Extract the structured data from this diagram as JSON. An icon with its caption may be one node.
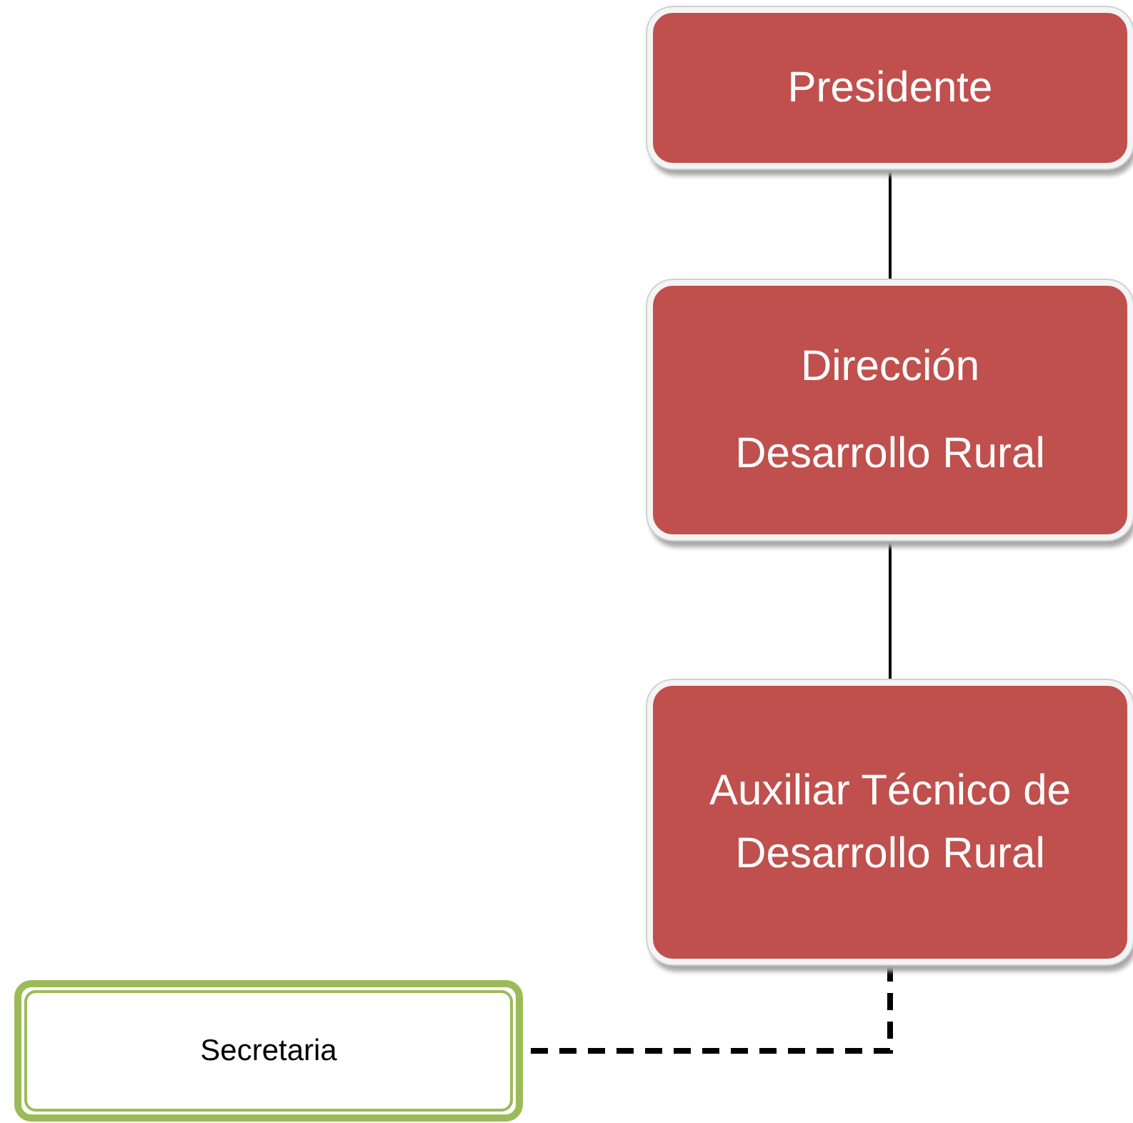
{
  "diagram": {
    "nodes": [
      {
        "text": [
          "Presidente"
        ]
      },
      {
        "text": [
          "Dirección",
          "Desarrollo Rural"
        ]
      },
      {
        "text": [
          "Auxiliar Técnico de Desarrollo Rural"
        ]
      },
      {
        "text": [
          "Secretaria"
        ]
      }
    ],
    "edges": [
      {
        "from": 0,
        "to": 1,
        "arrow": "none"
      },
      {
        "from": 1,
        "to": 2,
        "arrow": "none"
      },
      {
        "from": 2,
        "to": 3,
        "arrow": "none",
        "style": "dashed"
      }
    ]
  }
}
